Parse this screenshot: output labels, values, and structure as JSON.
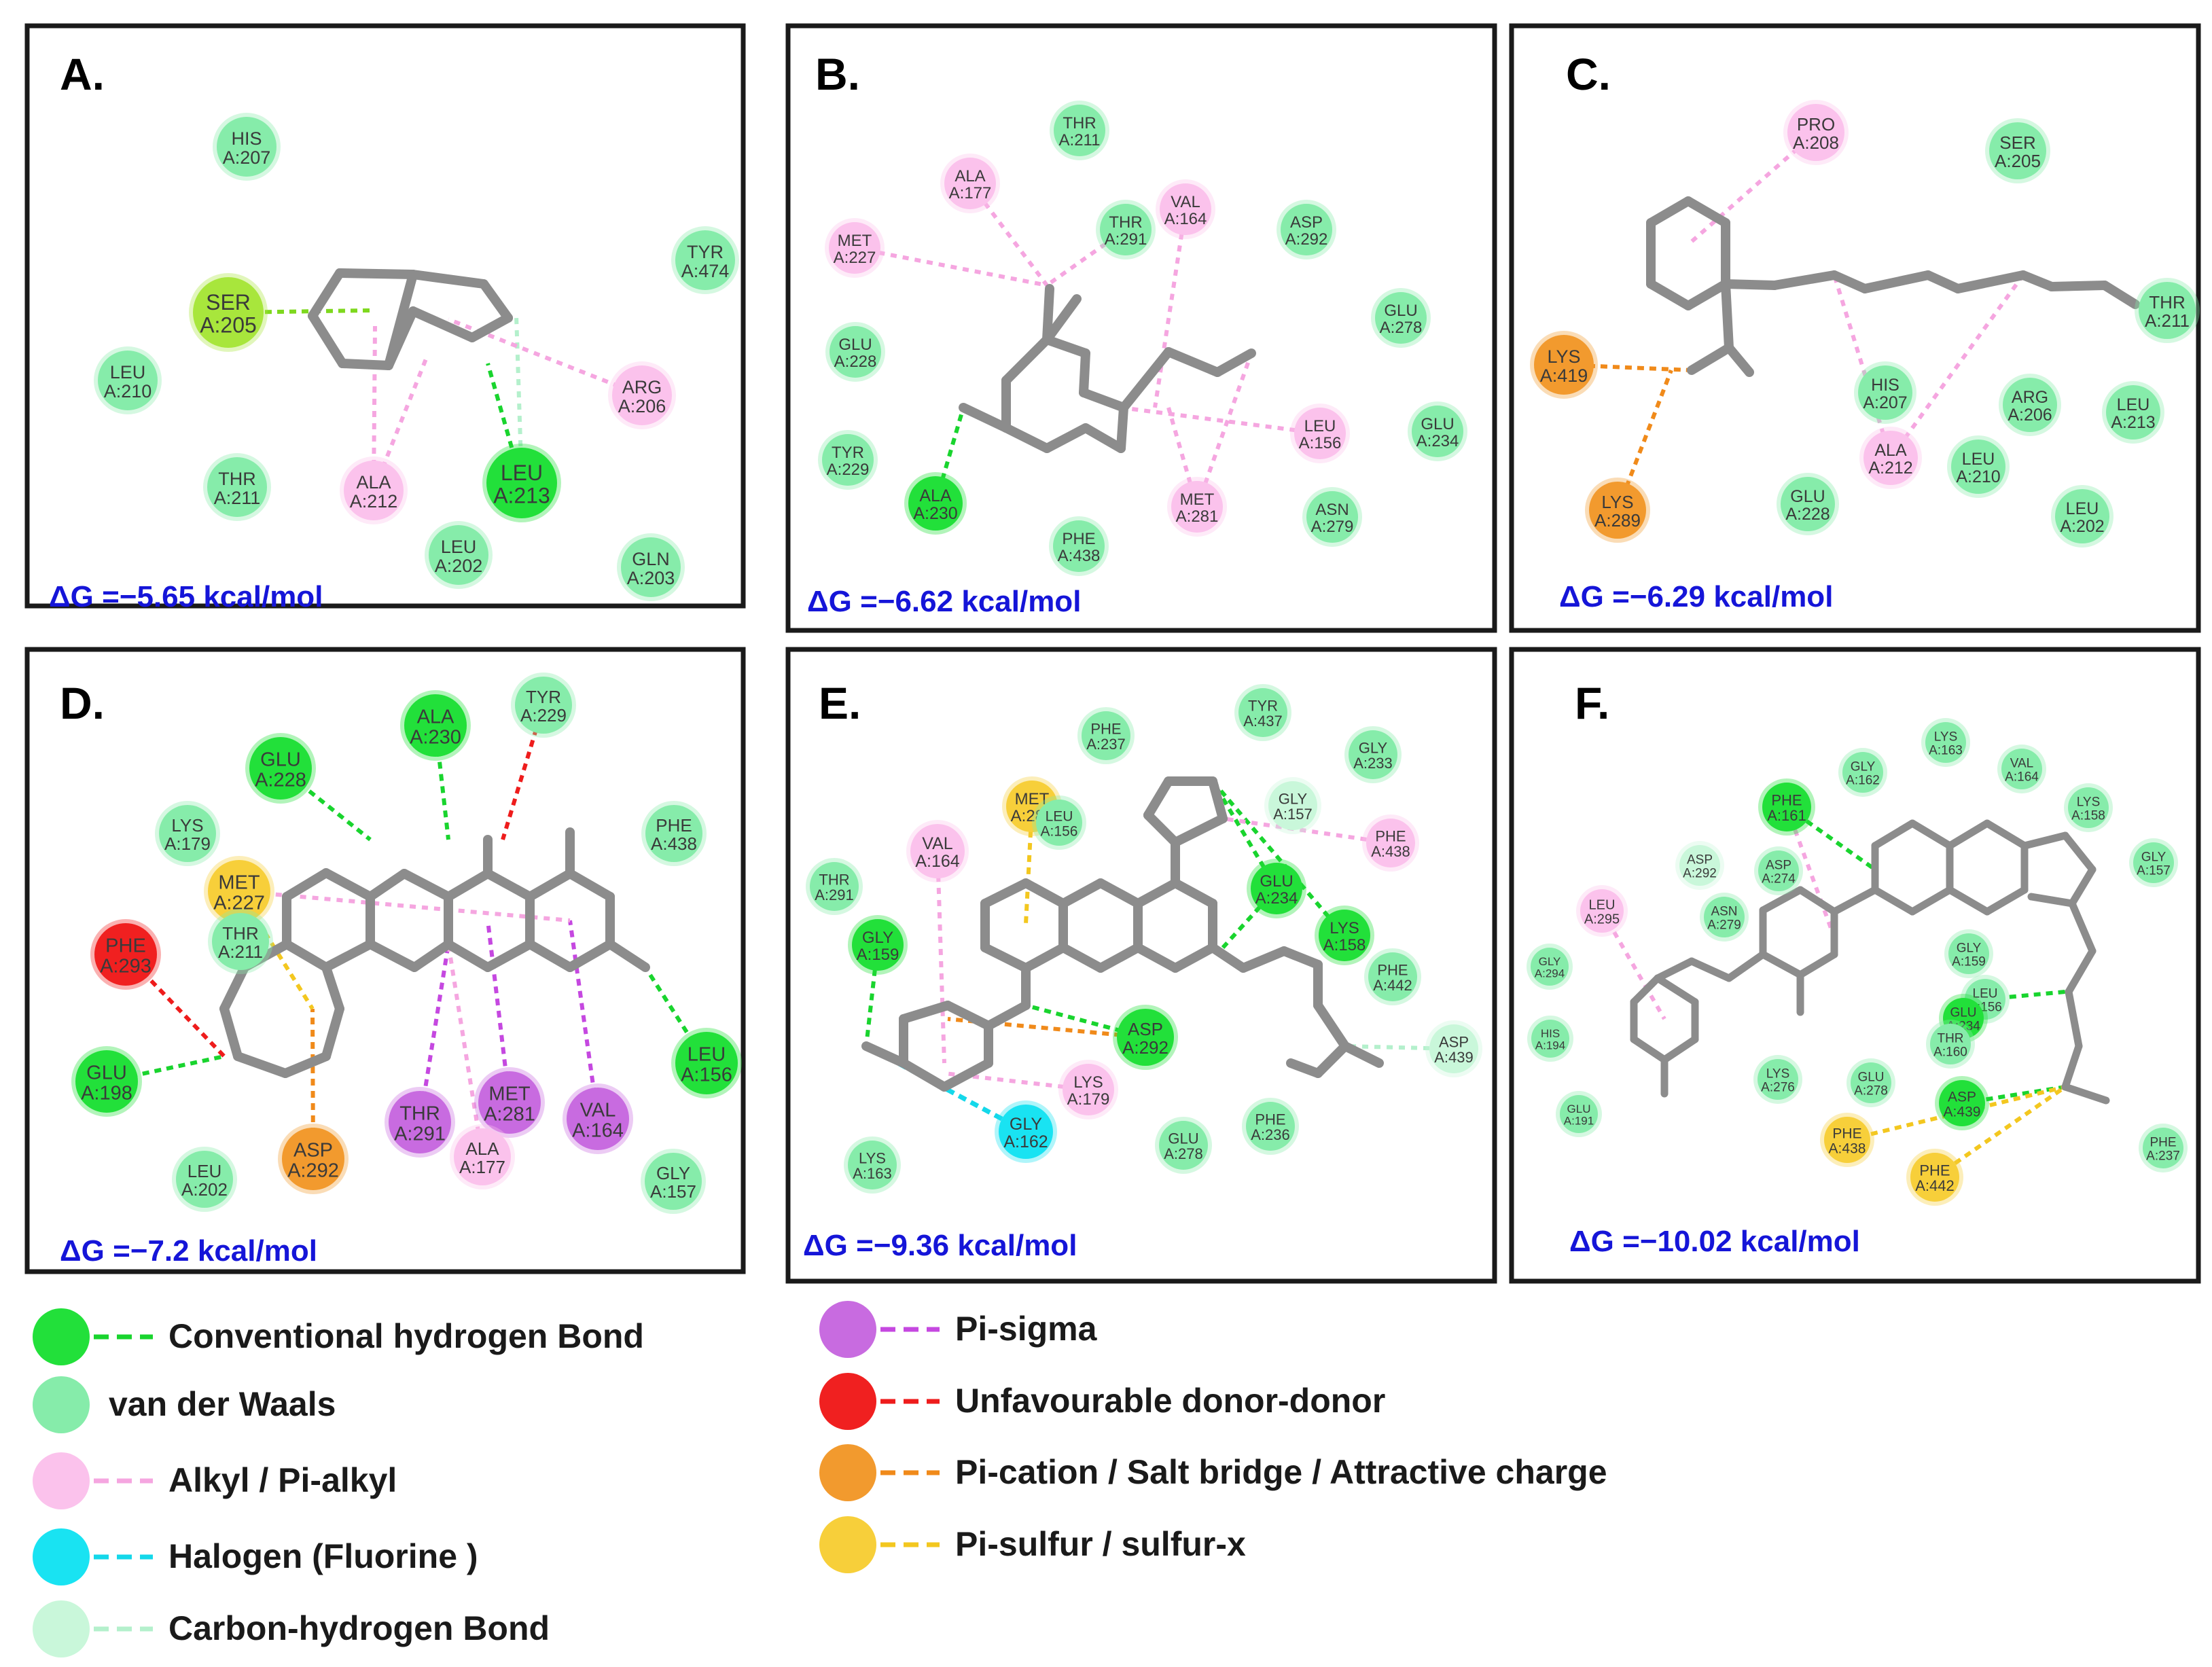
{
  "colors": {
    "conventional_hbond": "#22e03a",
    "van_der_waals": "#86ecaa",
    "alkyl_pi_alkyl": "#fbc2ec",
    "halogen": "#19e3f2",
    "carbon_hbond": "#c9f7da",
    "pi_sigma": "#c86be0",
    "unfavourable": "#f02020",
    "pi_cation": "#f29a2e",
    "pi_sulfur": "#f7cf3a",
    "ser_ligand": "#a8e63c",
    "ligand_bond": "#8c8c8c",
    "energy_text": "#1515d8"
  },
  "panels": [
    {
      "label": "A.",
      "energy": "ΔG =−5.65 kcal/mol",
      "residues": [
        {
          "name": "HIS",
          "id": "A:207",
          "type": "vdw"
        },
        {
          "name": "TYR",
          "id": "A:474",
          "type": "vdw"
        },
        {
          "name": "SER",
          "id": "A:205",
          "type": "ser"
        },
        {
          "name": "LEU",
          "id": "A:210",
          "type": "vdw"
        },
        {
          "name": "ARG",
          "id": "A:206",
          "type": "alkyl"
        },
        {
          "name": "THR",
          "id": "A:211",
          "type": "vdw"
        },
        {
          "name": "ALA",
          "id": "A:212",
          "type": "alkyl"
        },
        {
          "name": "LEU",
          "id": "A:213",
          "type": "hbond"
        },
        {
          "name": "LEU",
          "id": "A:202",
          "type": "vdw"
        },
        {
          "name": "GLN",
          "id": "A:203",
          "type": "vdw"
        }
      ]
    },
    {
      "label": "B.",
      "energy": "ΔG =−6.62 kcal/mol",
      "residues": [
        {
          "name": "THR",
          "id": "A:211",
          "type": "vdw"
        },
        {
          "name": "ALA",
          "id": "A:177",
          "type": "alkyl"
        },
        {
          "name": "VAL",
          "id": "A:164",
          "type": "alkyl"
        },
        {
          "name": "MET",
          "id": "A:227",
          "type": "alkyl"
        },
        {
          "name": "THR",
          "id": "A:291",
          "type": "vdw"
        },
        {
          "name": "ASP",
          "id": "A:292",
          "type": "vdw"
        },
        {
          "name": "GLU",
          "id": "A:278",
          "type": "vdw"
        },
        {
          "name": "GLU",
          "id": "A:228",
          "type": "vdw"
        },
        {
          "name": "LEU",
          "id": "A:156",
          "type": "alkyl"
        },
        {
          "name": "GLU",
          "id": "A:234",
          "type": "vdw"
        },
        {
          "name": "TYR",
          "id": "A:229",
          "type": "vdw"
        },
        {
          "name": "ALA",
          "id": "A:230",
          "type": "hbond"
        },
        {
          "name": "MET",
          "id": "A:281",
          "type": "alkyl"
        },
        {
          "name": "ASN",
          "id": "A:279",
          "type": "vdw"
        },
        {
          "name": "PHE",
          "id": "A:438",
          "type": "vdw"
        }
      ]
    },
    {
      "label": "C.",
      "energy": "ΔG =−6.29 kcal/mol",
      "residues": [
        {
          "name": "PRO",
          "id": "A:208",
          "type": "alkyl"
        },
        {
          "name": "SER",
          "id": "A:205",
          "type": "vdw"
        },
        {
          "name": "THR",
          "id": "A:211",
          "type": "vdw"
        },
        {
          "name": "LYS",
          "id": "A:419",
          "type": "pication"
        },
        {
          "name": "HIS",
          "id": "A:207",
          "type": "vdw"
        },
        {
          "name": "ARG",
          "id": "A:206",
          "type": "vdw"
        },
        {
          "name": "LEU",
          "id": "A:213",
          "type": "vdw"
        },
        {
          "name": "ALA",
          "id": "A:212",
          "type": "alkyl"
        },
        {
          "name": "LEU",
          "id": "A:210",
          "type": "vdw"
        },
        {
          "name": "LYS",
          "id": "A:289",
          "type": "pication"
        },
        {
          "name": "GLU",
          "id": "A:228",
          "type": "vdw"
        },
        {
          "name": "LEU",
          "id": "A:202",
          "type": "vdw"
        }
      ]
    },
    {
      "label": "D.",
      "energy": "ΔG =−7.2 kcal/mol",
      "residues": [
        {
          "name": "ALA",
          "id": "A:230",
          "type": "hbond"
        },
        {
          "name": "TYR",
          "id": "A:229",
          "type": "vdw"
        },
        {
          "name": "GLU",
          "id": "A:228",
          "type": "hbond"
        },
        {
          "name": "LYS",
          "id": "A:179",
          "type": "vdw"
        },
        {
          "name": "PHE",
          "id": "A:438",
          "type": "vdw"
        },
        {
          "name": "MET",
          "id": "A:227",
          "type": "pisulfur"
        },
        {
          "name": "THR",
          "id": "A:211",
          "type": "vdw"
        },
        {
          "name": "PHE",
          "id": "A:293",
          "type": "unfav"
        },
        {
          "name": "GLU",
          "id": "A:198",
          "type": "hbond"
        },
        {
          "name": "MET",
          "id": "A:281",
          "type": "pisigma"
        },
        {
          "name": "LEU",
          "id": "A:156",
          "type": "hbond"
        },
        {
          "name": "THR",
          "id": "A:291",
          "type": "pisigma"
        },
        {
          "name": "VAL",
          "id": "A:164",
          "type": "pisigma"
        },
        {
          "name": "ASP",
          "id": "A:292",
          "type": "pication"
        },
        {
          "name": "ALA",
          "id": "A:177",
          "type": "alkyl"
        },
        {
          "name": "LEU",
          "id": "A:202",
          "type": "vdw"
        },
        {
          "name": "GLY",
          "id": "A:157",
          "type": "vdw"
        }
      ]
    },
    {
      "label": "E.",
      "energy": "ΔG =−9.36 kcal/mol",
      "residues": [
        {
          "name": "PHE",
          "id": "A:237",
          "type": "vdw"
        },
        {
          "name": "TYR",
          "id": "A:437",
          "type": "vdw"
        },
        {
          "name": "GLY",
          "id": "A:233",
          "type": "vdw"
        },
        {
          "name": "MET",
          "id": "A:281",
          "type": "pisulfur"
        },
        {
          "name": "LEU",
          "id": "A:156",
          "type": "vdw"
        },
        {
          "name": "GLY",
          "id": "A:157",
          "type": "chbond"
        },
        {
          "name": "VAL",
          "id": "A:164",
          "type": "alkyl"
        },
        {
          "name": "PHE",
          "id": "A:438",
          "type": "alkyl"
        },
        {
          "name": "THR",
          "id": "A:291",
          "type": "vdw"
        },
        {
          "name": "GLU",
          "id": "A:234",
          "type": "hbond"
        },
        {
          "name": "GLY",
          "id": "A:159",
          "type": "hbond"
        },
        {
          "name": "LYS",
          "id": "A:158",
          "type": "hbond"
        },
        {
          "name": "PHE",
          "id": "A:442",
          "type": "vdw"
        },
        {
          "name": "ASP",
          "id": "A:292",
          "type": "hbond"
        },
        {
          "name": "ASP",
          "id": "A:439",
          "type": "chbond"
        },
        {
          "name": "LYS",
          "id": "A:179",
          "type": "alkyl"
        },
        {
          "name": "GLY",
          "id": "A:162",
          "type": "halogen"
        },
        {
          "name": "PHE",
          "id": "A:236",
          "type": "vdw"
        },
        {
          "name": "GLU",
          "id": "A:278",
          "type": "vdw"
        },
        {
          "name": "LYS",
          "id": "A:163",
          "type": "vdw"
        }
      ]
    },
    {
      "label": "F.",
      "energy": "ΔG =−10.02 kcal/mol",
      "residues": [
        {
          "name": "LYS",
          "id": "A:163",
          "type": "vdw"
        },
        {
          "name": "GLY",
          "id": "A:162",
          "type": "vdw"
        },
        {
          "name": "VAL",
          "id": "A:164",
          "type": "vdw"
        },
        {
          "name": "PHE",
          "id": "A:161",
          "type": "hbond"
        },
        {
          "name": "LYS",
          "id": "A:158",
          "type": "vdw"
        },
        {
          "name": "GLY",
          "id": "A:157",
          "type": "vdw"
        },
        {
          "name": "ASP",
          "id": "A:292",
          "type": "chbond"
        },
        {
          "name": "ASP",
          "id": "A:274",
          "type": "vdw"
        },
        {
          "name": "LEU",
          "id": "A:295",
          "type": "alkyl"
        },
        {
          "name": "ASN",
          "id": "A:279",
          "type": "vdw"
        },
        {
          "name": "GLY",
          "id": "A:159",
          "type": "vdw"
        },
        {
          "name": "GLY",
          "id": "A:294",
          "type": "vdw"
        },
        {
          "name": "LEU",
          "id": "A:156",
          "type": "vdw"
        },
        {
          "name": "GLU",
          "id": "A:234",
          "type": "hbond"
        },
        {
          "name": "HIS",
          "id": "A:194",
          "type": "vdw"
        },
        {
          "name": "THR",
          "id": "A:160",
          "type": "vdw"
        },
        {
          "name": "LYS",
          "id": "A:276",
          "type": "vdw"
        },
        {
          "name": "GLU",
          "id": "A:278",
          "type": "vdw"
        },
        {
          "name": "ASP",
          "id": "A:439",
          "type": "hbond"
        },
        {
          "name": "GLU",
          "id": "A:191",
          "type": "vdw"
        },
        {
          "name": "PHE",
          "id": "A:438",
          "type": "pisulfur"
        },
        {
          "name": "PHE",
          "id": "A:442",
          "type": "pisulfur"
        },
        {
          "name": "PHE",
          "id": "A:237",
          "type": "vdw"
        }
      ]
    }
  ],
  "legend": [
    {
      "label": "Conventional hydrogen Bond",
      "type": "hbond"
    },
    {
      "label": "van der Waals",
      "type": "vdw"
    },
    {
      "label": "Alkyl / Pi-alkyl",
      "type": "alkyl"
    },
    {
      "label": "Halogen (Fluorine )",
      "type": "halogen"
    },
    {
      "label": "Carbon-hydrogen Bond",
      "type": "chbond"
    },
    {
      "label": "Pi-sigma",
      "type": "pisigma"
    },
    {
      "label": "Unfavourable donor-donor",
      "type": "unfav"
    },
    {
      "label": "Pi-cation / Salt bridge / Attractive charge",
      "type": "pication"
    },
    {
      "label": "Pi-sulfur / sulfur-x",
      "type": "pisulfur"
    }
  ]
}
